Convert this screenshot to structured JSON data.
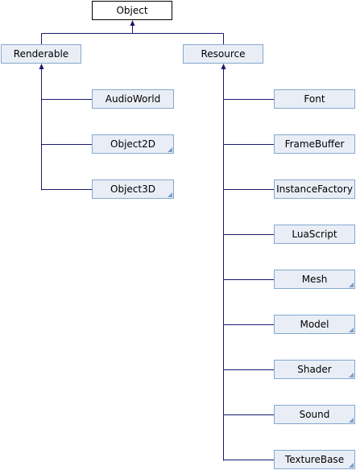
{
  "diagram": {
    "root": {
      "label": "Object"
    },
    "left_parent": {
      "label": "Renderable"
    },
    "right_parent": {
      "label": "Resource"
    },
    "left_children": [
      {
        "label": "AudioWorld",
        "has_more": false
      },
      {
        "label": "Object2D",
        "has_more": true
      },
      {
        "label": "Object3D",
        "has_more": true
      }
    ],
    "right_children": [
      {
        "label": "Font",
        "has_more": false
      },
      {
        "label": "FrameBuffer",
        "has_more": false
      },
      {
        "label": "InstanceFactory",
        "has_more": false
      },
      {
        "label": "LuaScript",
        "has_more": false
      },
      {
        "label": "Mesh",
        "has_more": true
      },
      {
        "label": "Model",
        "has_more": true
      },
      {
        "label": "Shader",
        "has_more": true
      },
      {
        "label": "Sound",
        "has_more": true
      },
      {
        "label": "TextureBase",
        "has_more": true
      }
    ],
    "colors": {
      "edge": "#191970",
      "node_border": "#84a7cf",
      "node_fill": "#e9eef6",
      "root_border": "#000000",
      "root_fill": "#ffffff",
      "more_marker": "#7b9cc6"
    }
  }
}
